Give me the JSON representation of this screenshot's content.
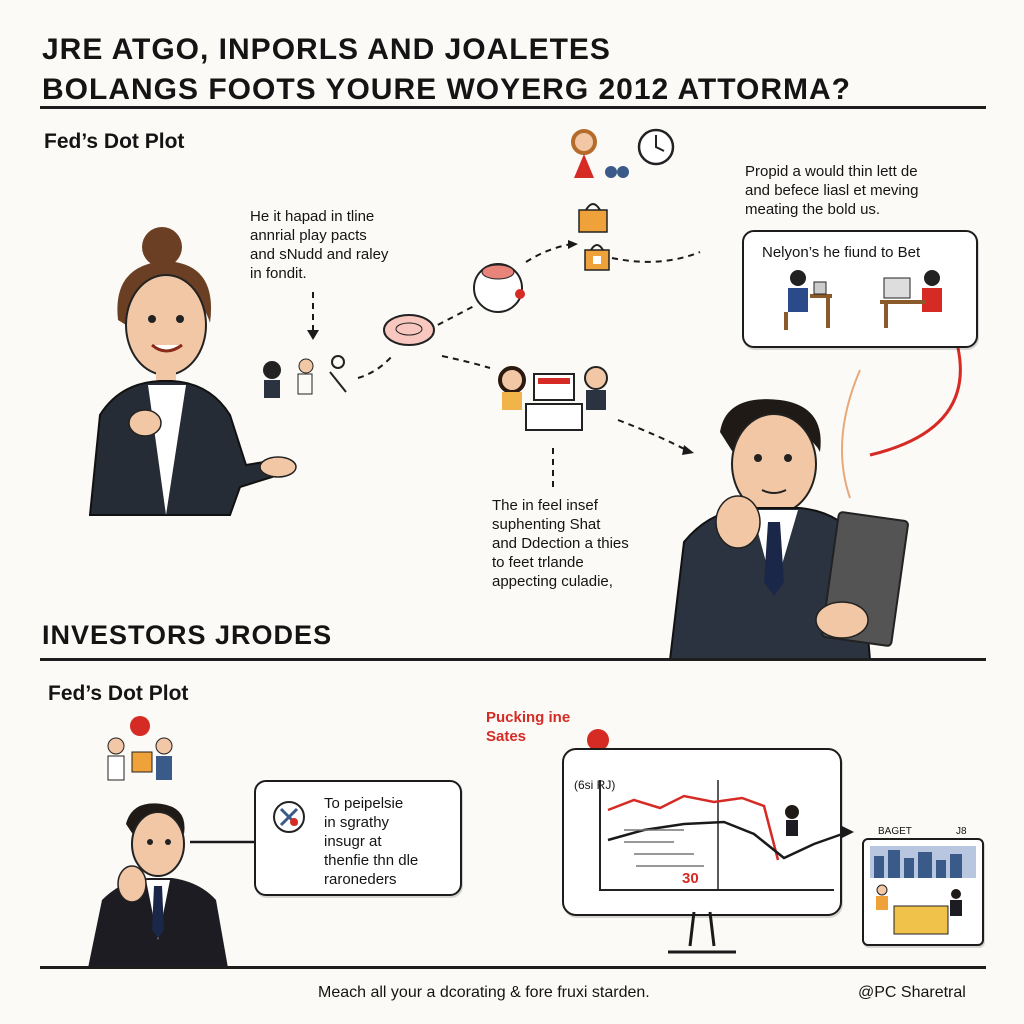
{
  "header": {
    "title_line1": "JRE ATGO, INPORLS AND JOALETES",
    "title_line2": "BOLANGS FOOTS YOURE WOYERG 2012 ATTORMA?"
  },
  "section1": {
    "heading": "Fed’s Dot Plot",
    "note_left": "He it hapad in tline\nannrial play pacts\nand sNudd and raley\nin fondit.",
    "note_right": "Propid a would thin lett de\nand befece liasl et meving\nmeating the bold us.",
    "panel_title": "Nelyon’s he fiund to Bet",
    "note_center": "The in feel insef\nsuphenting Shat\nand Ddection a thies\nto feet trlande\nappecting culadie,"
  },
  "section2": {
    "heading": "INVESTORS JRODES",
    "subheading": "Fed’s Dot Plot",
    "callout": "To peipelsie\nin sgrathy\ninsugr at\nthenfie thn dle\nraroneders",
    "chart_label": "Pucking ine\nSates",
    "chart_corner": "(6si RJ)",
    "chart_value": "30",
    "mini_panel_label_left": "BAGET",
    "mini_panel_label_right": "J8"
  },
  "footer": {
    "text": "Meach all your a dcorating & fore fruxi starden.",
    "copyright": "@PC Sharetral"
  },
  "colors": {
    "accent_red": "#d62b25",
    "ink": "#1a1a1a",
    "suit_dark": "#2b3340",
    "skin": "#f2c7a5",
    "hair_brown": "#6b3f23",
    "orange_bag": "#f0a23a"
  }
}
